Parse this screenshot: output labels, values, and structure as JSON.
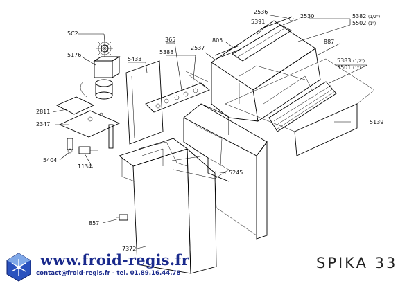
{
  "labels": [
    {
      "id": "2536",
      "text": "2536"
    },
    {
      "id": "2530",
      "text": "2530"
    },
    {
      "id": "5382",
      "text": "5382"
    },
    {
      "id": "5382s",
      "text": "(1/2\")"
    },
    {
      "id": "5502",
      "text": "5502"
    },
    {
      "id": "5502s",
      "text": "(1\")"
    },
    {
      "id": "5391",
      "text": "5391"
    },
    {
      "id": "805",
      "text": "805"
    },
    {
      "id": "887",
      "text": "887"
    },
    {
      "id": "5383",
      "text": "5383"
    },
    {
      "id": "5383s",
      "text": "(1/2\")"
    },
    {
      "id": "5501",
      "text": "5501"
    },
    {
      "id": "5501s",
      "text": "(1\")"
    },
    {
      "id": "5C2",
      "text": "5C2"
    },
    {
      "id": "5176",
      "text": "5176"
    },
    {
      "id": "365",
      "text": "365"
    },
    {
      "id": "5388",
      "text": "5388"
    },
    {
      "id": "5433",
      "text": "5433"
    },
    {
      "id": "2537",
      "text": "2537"
    },
    {
      "id": "2811",
      "text": "2811"
    },
    {
      "id": "2347",
      "text": "2347"
    },
    {
      "id": "5404",
      "text": "5404"
    },
    {
      "id": "1134",
      "text": "1134"
    },
    {
      "id": "5245",
      "text": "5245"
    },
    {
      "id": "5139",
      "text": "5139"
    },
    {
      "id": "857",
      "text": "857"
    },
    {
      "id": "7372",
      "text": "7372"
    }
  ],
  "footer": {
    "website": "www.froid-regis.fr",
    "contact": "contact@froid-regis.fr - tel. 01.89.16.44.78",
    "model": "SPIKA 33"
  },
  "colors": {
    "brand": "#1a2a8c",
    "line": "#000000",
    "background": "#ffffff"
  }
}
